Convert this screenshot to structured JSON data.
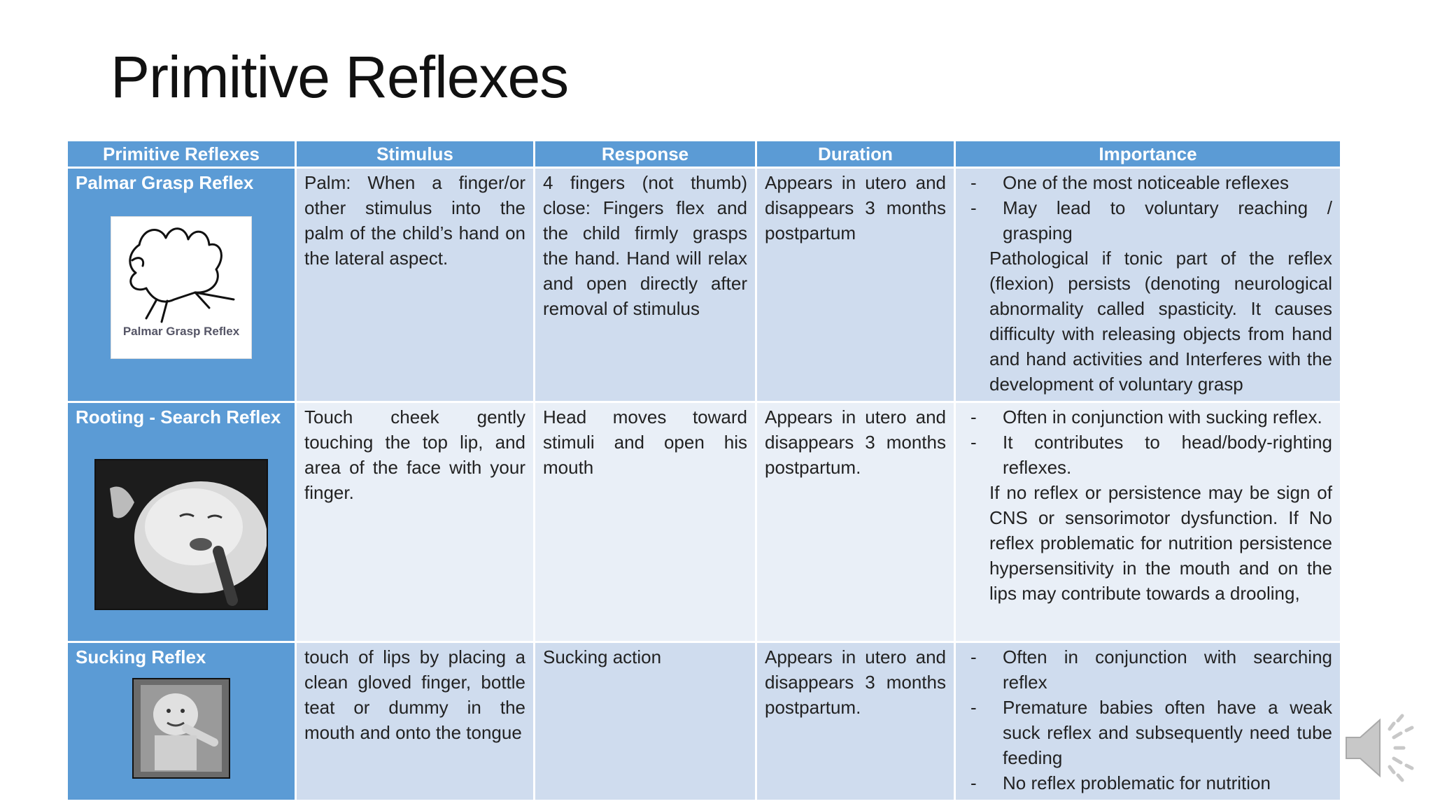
{
  "title": "Primitive Reflexes",
  "table": {
    "headers": [
      "Primitive Reflexes",
      "Stimulus",
      "Response",
      "Duration",
      "Importance"
    ],
    "rows": [
      {
        "name": "Palmar Grasp Reflex",
        "image_caption": "Palmar Grasp Reflex",
        "stimulus": "Palm: When a finger/or other stimulus into the palm of the child’s hand on the lateral aspect.",
        "response": "4 fingers (not thumb) close: Fingers flex and the child firmly grasps the hand. Hand will relax and open directly after removal of stimulus",
        "duration": "Appears in utero and disappears 3 months postpartum",
        "importance_points": [
          "One of the most noticeable reflexes",
          "May lead to voluntary reaching / grasping"
        ],
        "importance_text": "Pathological if tonic part of the reflex (flexion) persists (denoting neurological abnormality called spasticity. It causes difficulty with releasing objects from hand and hand activities and Interferes with the development of voluntary grasp",
        "importance_tail": ""
      },
      {
        "name": "Rooting - Search Reflex",
        "image_caption": "",
        "stimulus": "Touch cheek gently touching the top lip, and area of the face with your finger.",
        "response": "Head moves toward stimuli and open his mouth",
        "duration": "Appears in utero and disappears 3 months postpartum.",
        "importance_points": [
          "Often in conjunction with sucking reflex.",
          "It contributes to head/body-righting reflexes."
        ],
        "importance_text": "If no reflex or persistence may be sign of CNS or sensorimotor dysfunction. If No reflex problematic for nutrition persistence hypersensitivity in the mouth and on the lips may contribute towards a drooling,",
        "importance_tail": ""
      },
      {
        "name": "Sucking Reflex",
        "image_caption": "",
        "stimulus": "touch of lips by placing a clean gloved finger, bottle teat or dummy in the mouth and onto the tongue",
        "response": "Sucking action",
        "duration": "Appears in utero and disappears 3 months postpartum.",
        "importance_points": [
          "Often in conjunction with searching reflex",
          "Premature babies often have a weak suck reflex and subsequently need tube feeding",
          "No reflex problematic for nutrition"
        ],
        "importance_text": "",
        "importance_tail": ""
      }
    ]
  },
  "colors": {
    "header_bg": "#5b9bd5",
    "row_light": "#cfdcee",
    "row_lighter": "#e9eff7"
  },
  "icons": {
    "audio": "speaker-icon"
  }
}
